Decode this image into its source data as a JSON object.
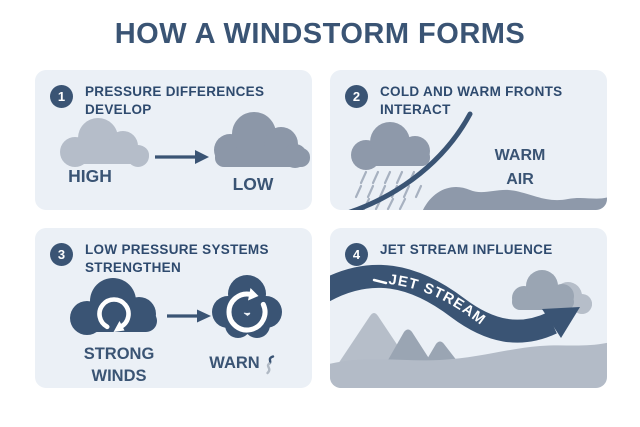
{
  "title": "HOW A WINDSTORM FORMS",
  "colors": {
    "page_bg": "#ffffff",
    "panel_bg": "#ebf0f6",
    "navy": "#3a5474",
    "heading_navy": "#2e4a6e",
    "cloud_light": "#b5bdc9",
    "cloud_medium": "#8e99aa",
    "rain": "#a7b1c0",
    "mountain_light": "#b6bec9",
    "mountain_medium": "#9aa5b3",
    "ground": "#b3bbc7",
    "white": "#ffffff"
  },
  "panels": [
    {
      "number": "1",
      "heading": "PRESSURE DIFFERENCES DEVELOP",
      "label_left": "HIGH",
      "label_right": "LOW"
    },
    {
      "number": "2",
      "heading": "COLD AND WARM FRONTS INTERACT",
      "label_line1": "WARM",
      "label_line2": "AIR"
    },
    {
      "number": "3",
      "heading": "LOW PRESSURE SYSTEMS STRENGTHEN",
      "label_left_line1": "STRONG",
      "label_left_line2": "WINDS",
      "label_right": "WARN"
    },
    {
      "number": "4",
      "heading": "JET STREAM INFLUENCE",
      "ribbon_label": "JET STREAM"
    }
  ]
}
